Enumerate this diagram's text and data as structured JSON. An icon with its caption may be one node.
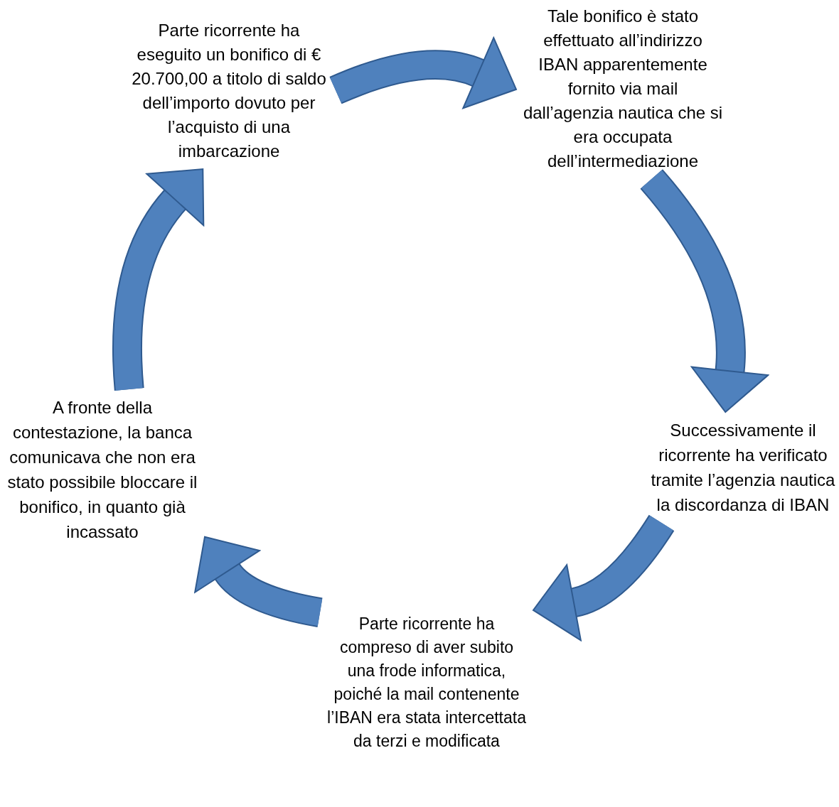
{
  "diagram": {
    "nodes": [
      {
        "text": [
          "Parte ricorrente ha eseguito un bonifico di € 20.700,00 a titolo di saldo dell’importo dovuto per l’acquisto di una imbarcazione"
        ]
      },
      {
        "text": [
          "Tale bonifico è stato effettuato all’indirizzo IBAN apparentemente fornito via mail dall’agenzia nautica che si era occupata dell’intermediazione"
        ]
      },
      {
        "text": [
          "Successivamente il ricorrente ha verificato tramite l’agenzia nautica la discordanza di IBAN"
        ]
      },
      {
        "text": [
          "Parte ricorrente ha compreso di aver subito una frode informatica, poiché la mail contenente l’IBAN era stata intercettata da terzi e modificata"
        ]
      },
      {
        "text": [
          "A fronte della contestazione, la banca comunicava che non era stato possibile bloccare il bonifico, in quanto già incassato"
        ]
      }
    ],
    "edges": [
      {
        "from": 0,
        "to": 1,
        "arrow": "to"
      },
      {
        "from": 1,
        "to": 2,
        "arrow": "to"
      },
      {
        "from": 2,
        "to": 3,
        "arrow": "to"
      },
      {
        "from": 3,
        "to": 4,
        "arrow": "to"
      },
      {
        "from": 4,
        "to": 0,
        "arrow": "to"
      }
    ]
  }
}
